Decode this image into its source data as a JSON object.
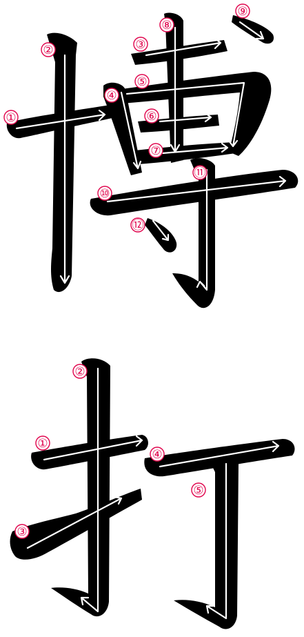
{
  "characters": [
    {
      "char": "博",
      "labels": [
        "①",
        "②",
        "③",
        "④",
        "⑤",
        "⑥",
        "⑦",
        "⑧",
        "⑨",
        "⑩",
        "⑪",
        "⑫"
      ]
    },
    {
      "char": "打",
      "labels": [
        "①",
        "②",
        "③",
        "④",
        "⑤"
      ]
    }
  ],
  "colors": {
    "ink": "#000000",
    "guide": "#ffffff",
    "number": "#e0004a",
    "background": "#ffffff"
  }
}
